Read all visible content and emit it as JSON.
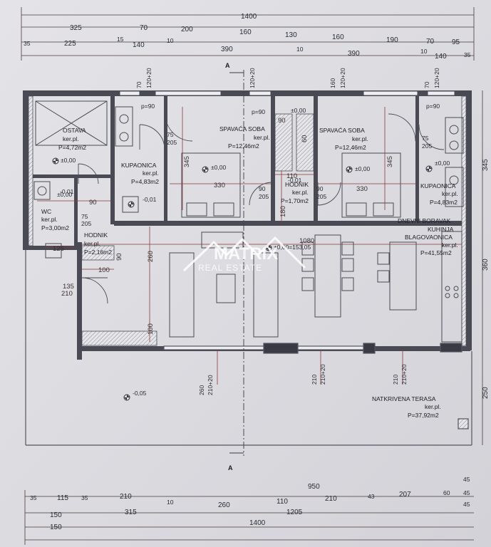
{
  "dims_top": {
    "total": "1400",
    "row1": [
      "325",
      "70",
      "200",
      "160",
      "130",
      "160",
      "190",
      "70",
      "95"
    ],
    "row2": [
      "35",
      "225",
      "15",
      "140",
      "10",
      "390",
      "10",
      "390",
      "10",
      "140",
      "35"
    ]
  },
  "dims_bottom": {
    "row1": [
      "35",
      "115",
      "35",
      "210",
      "10",
      "950",
      "45"
    ],
    "row1b": [
      "260",
      "110",
      "210",
      "43",
      "207",
      "60",
      "45"
    ],
    "row2": [
      "150",
      "315",
      "1205",
      "45"
    ],
    "total": [
      "150",
      "1400"
    ]
  },
  "dims_right": [
    "345",
    "360",
    "250"
  ],
  "dims_inner": [
    "345",
    "330",
    "345",
    "330",
    "260",
    "1080",
    "100",
    "100",
    "90",
    "90",
    "125",
    "180",
    "110",
    "60",
    "90",
    "135",
    "210",
    "75",
    "205",
    "75",
    "205",
    "75",
    "205",
    "90",
    "205",
    "90",
    "205",
    "70",
    "120+20",
    "120+20",
    "160",
    "120+20",
    "70",
    "120+20",
    "260",
    "210+20",
    "210",
    "210+20",
    "210",
    "210+20",
    "p=90",
    "p=90",
    "p=90"
  ],
  "section": {
    "mark": "A"
  },
  "levels": [
    "±0,00",
    "±0,00",
    "±0,00",
    "±0,00",
    "±0,00",
    "±0,00",
    "-0,01",
    "-0,01",
    "-0,01",
    "±0,00=153,05",
    "-0,05"
  ],
  "rooms": {
    "ostava": {
      "name": "OSTAVA",
      "floor": "ker.pl.",
      "area": "P=4,72m2"
    },
    "kup1": {
      "name": "KUPAONICA",
      "floor": "ker.pl.",
      "area": "P=4,83m2"
    },
    "spav1": {
      "name": "SPAVAĆA SOBA",
      "floor": "ker.pl.",
      "area": "P=12,46m2"
    },
    "spav2": {
      "name": "SPAVAĆA SOBA",
      "floor": "ker.pl.",
      "area": "P=12,46m2"
    },
    "hodnik1": {
      "name": "HODNIK",
      "floor": "ker.pl.",
      "area": "P=1,70m2"
    },
    "kup2": {
      "name": "KUPAONICA",
      "floor": "ker.pl.",
      "area": "P=4,83m2"
    },
    "wc": {
      "name": "WC",
      "floor": "ker.pl.",
      "area": "P=3,00m2"
    },
    "hodnik2": {
      "name": "HODNIK",
      "floor": "ker.pl.",
      "area": "P=2,16m2"
    },
    "dnevni": {
      "name1": "DNEVNI BORAVAK",
      "name2": "KUHINJA",
      "name3": "BLAGOVAONICA",
      "floor": "ker.pl.",
      "area": "P=41,55m2"
    },
    "terasa": {
      "name": "NATKRIVENA TERASA",
      "floor": "ker.pl.",
      "area": "P=37,92m2"
    }
  },
  "watermark": {
    "brand": "MATRIX",
    "sub": "REAL ESTATE"
  },
  "colors": {
    "paper": "#dcdce0",
    "wall": "#4a4a55",
    "dim_red": "#8a3a3a",
    "dim": "#3a3a44"
  }
}
